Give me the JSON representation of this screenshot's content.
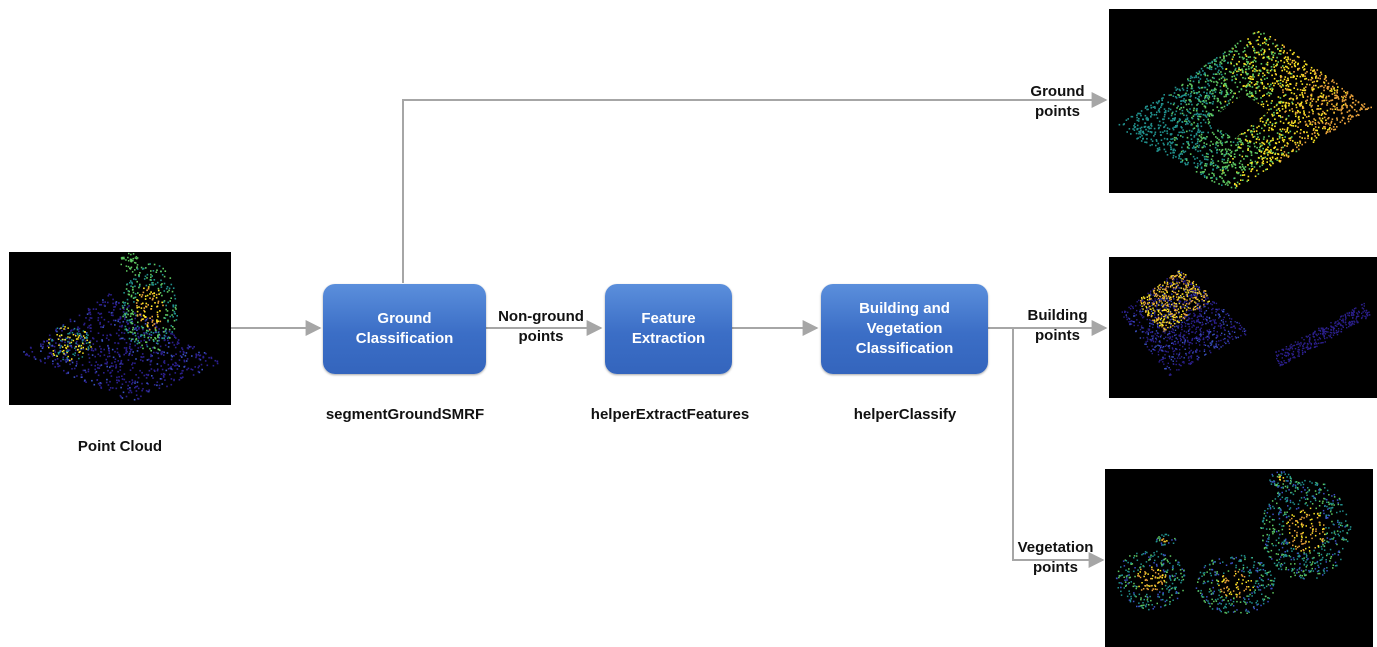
{
  "input": {
    "caption": "Point Cloud"
  },
  "steps": [
    {
      "title": "Ground\nClassification",
      "function": "segmentGroundSMRF"
    },
    {
      "title": "Feature\nExtraction",
      "function": "helperExtractFeatures"
    },
    {
      "title": "Building and\nVegetation\nClassification",
      "function": "helperClassify"
    }
  ],
  "edges": {
    "non_ground": "Non-ground\npoints"
  },
  "outputs": [
    {
      "label": "Ground\npoints"
    },
    {
      "label": "Building\npoints"
    },
    {
      "label": "Vegetation\npoints"
    }
  ],
  "colors": {
    "box_top": "#5b8fdc",
    "box_bottom": "#3465bd",
    "connector": "#a6a6a6",
    "thumb_bg": "#000000",
    "viridis": [
      "#2b1f8c",
      "#3b52c4",
      "#21908d",
      "#5ec962",
      "#fde725",
      "#e9a23b"
    ]
  }
}
